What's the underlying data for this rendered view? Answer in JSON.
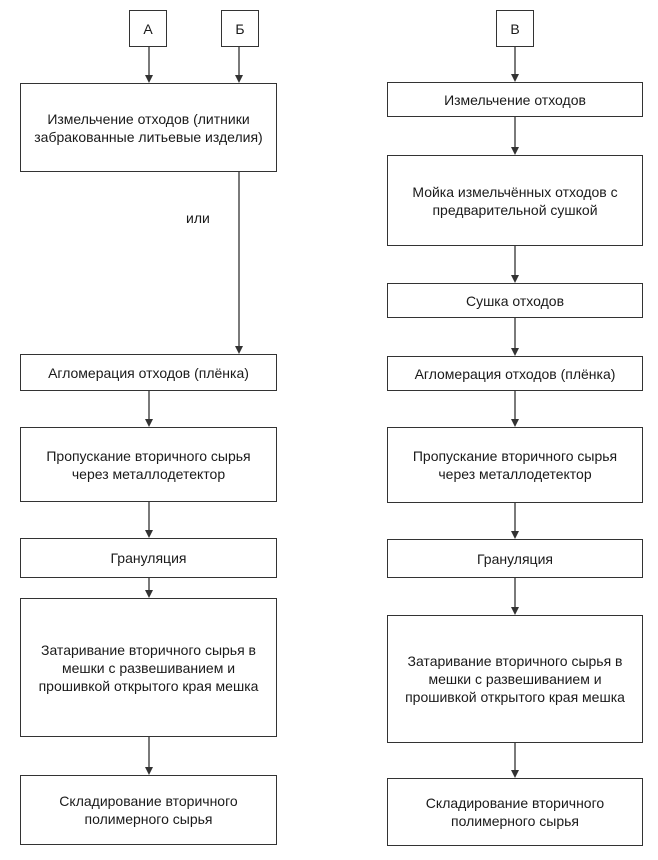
{
  "left": {
    "sources": [
      "А",
      "Б"
    ],
    "or_label": "или",
    "steps": [
      "Измельчение отходов (литники забракованные литьевые изделия)",
      "Агломерация отходов (плёнка)",
      "Пропускание вторичного сырья через металлодетектор",
      "Грануляция",
      "Затаривание вторичного сырья в мешки с развешиванием и прошивкой открытого края мешка",
      "Складирование вторичного полимерного сырья"
    ]
  },
  "right": {
    "source": "В",
    "steps": [
      "Измельчение отходов",
      "Мойка измельчённых отходов с предварительной сушкой",
      "Сушка отходов",
      "Агломерация отходов (плёнка)",
      "Пропускание вторичного сырья через металлодетектор",
      "Грануляция",
      "Затаривание вторичного сырья в мешки с развешиванием и прошивкой открытого края мешка",
      "Складирование вторичного полимерного сырья"
    ]
  }
}
